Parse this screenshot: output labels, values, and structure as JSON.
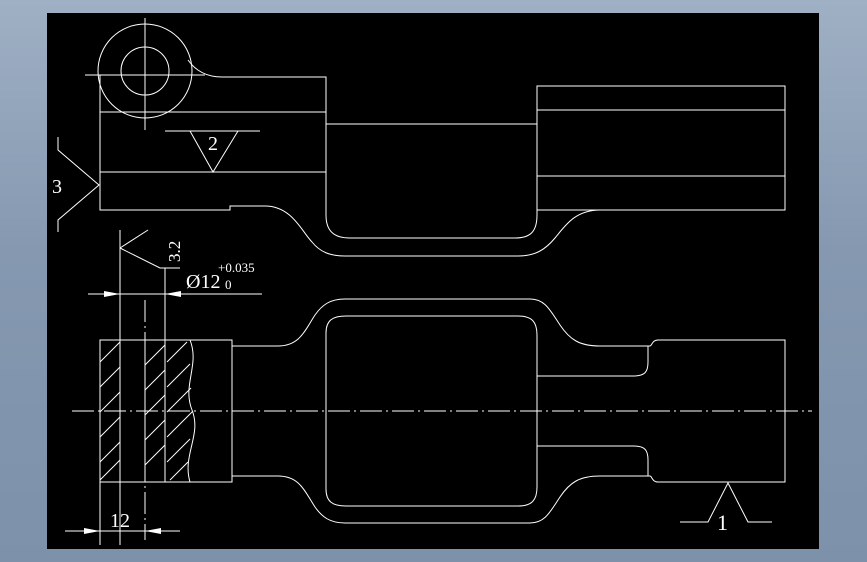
{
  "window": {
    "background": "#8598b0",
    "viewport_color": "#000000",
    "stroke_color": "#ffffff"
  },
  "annotations": {
    "roughness_top": "2",
    "roughness_side": "3",
    "roughness_bottom": "1",
    "roughness_hole": "3.2",
    "hole_diameter": "Ø12",
    "hole_tol_upper": "+0.035",
    "hole_tol_lower": "0",
    "width_dim": "12"
  }
}
